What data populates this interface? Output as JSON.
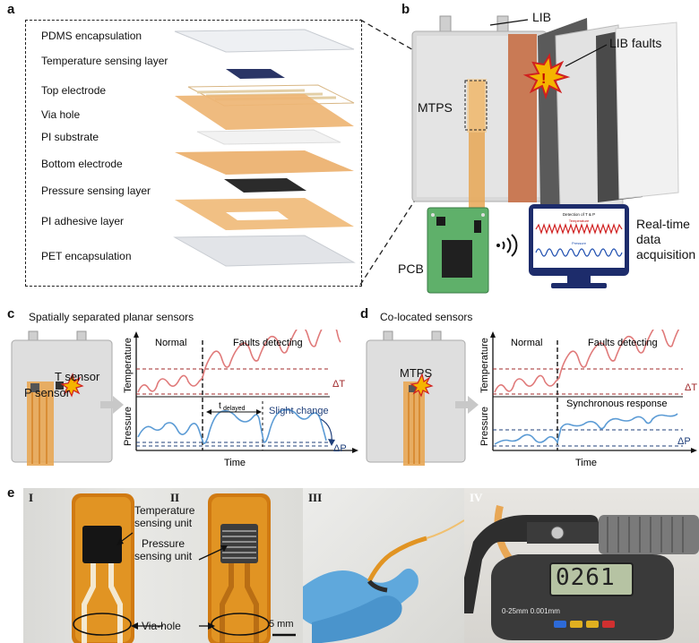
{
  "panels": {
    "a": {
      "label": "a",
      "layers": [
        "PDMS encapsulation",
        "Temperature sensing layer",
        "Top electrode",
        "Via hole",
        "PI substrate",
        "Bottom electrode",
        "Pressure sensing layer",
        "PI adhesive layer",
        "PET encapsulation"
      ]
    },
    "b": {
      "label": "b",
      "lib": "LIB",
      "lib_faults": "LIB faults",
      "mtps": "MTPS",
      "pcb": "PCB",
      "monitor_title": "Detection of T & P",
      "monitor_temp": "Temperature",
      "monitor_pressure": "Pressure",
      "realtime": [
        "Real-time",
        "data",
        "acquisition"
      ]
    },
    "c": {
      "label": "c",
      "title": "Spatially separated planar sensors",
      "t_sensor": "T sensor",
      "p_sensor": "P sensor",
      "normal": "Normal",
      "faults": "Faults detecting",
      "ylabel_top": "Temperature",
      "ylabel_bottom": "Pressure",
      "xlabel": "Time",
      "delta_t": "ΔT",
      "delta_p": "ΔP",
      "t_delayed_main": "t",
      "t_delayed_sub": "delayed",
      "slight_change": "Slight change"
    },
    "d": {
      "label": "d",
      "title": "Co-located sensors",
      "mtps": "MTPS",
      "normal": "Normal",
      "faults": "Faults detecting",
      "ylabel_top": "Temperature",
      "ylabel_bottom": "Pressure",
      "xlabel": "Time",
      "delta_t": "ΔT",
      "delta_p": "ΔP",
      "synchronous": "Synchronous response"
    },
    "e": {
      "label": "e",
      "sub1": "I",
      "sub2": "II",
      "sub3": "III",
      "sub4": "IV",
      "temp_unit": [
        "Temperature",
        "sensing unit"
      ],
      "pressure_unit": [
        "Pressure",
        "sensing unit"
      ],
      "via_hole": "Via-hole",
      "scale": "5 mm",
      "display": "0261",
      "micrometer": "0-25mm  0.001mm"
    }
  },
  "colors": {
    "temperature": "#e07a7a",
    "pressure": "#5b9bd5",
    "dashed_red": "#a0282a",
    "dashed_blue": "#1f3f7a",
    "film": "#e8a755"
  }
}
